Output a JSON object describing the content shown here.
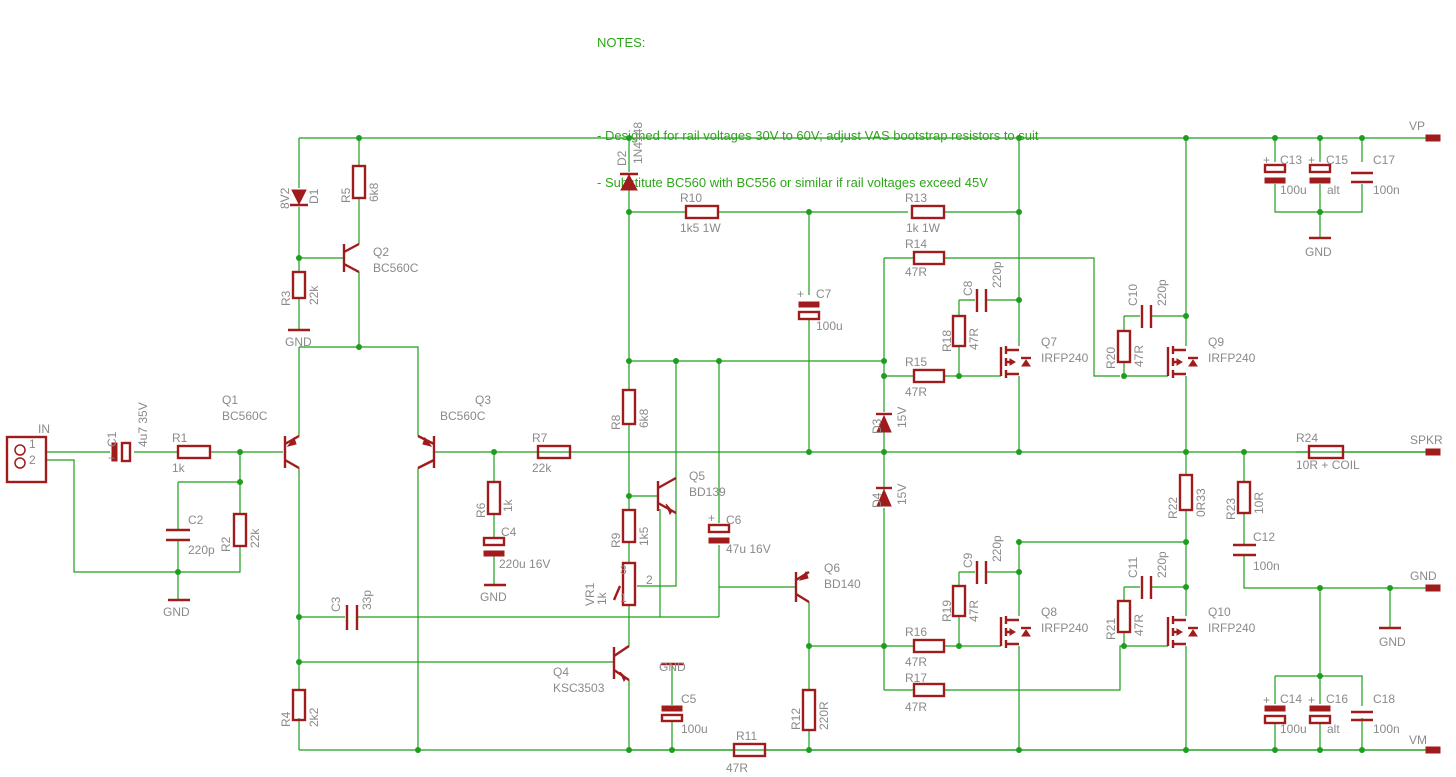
{
  "notes": {
    "title": "NOTES:",
    "lines": [
      "- Designed for rail voltages 30V to 60V; adjust VAS bootstrap resistors to suit",
      "- Substitute BC560 with BC556 or similar if rail voltages exceed 45V"
    ]
  },
  "ports": {
    "vp": "VP",
    "spkr": "SPKR",
    "gnd": "GND",
    "vm": "VM",
    "in": "IN",
    "pin1": "1",
    "pin2": "2"
  },
  "gnd_label": "GND",
  "components": {
    "C1": {
      "name": "C1",
      "value": "4u7 35V"
    },
    "R1": {
      "name": "R1",
      "value": "1k"
    },
    "C2": {
      "name": "C2",
      "value": "220p"
    },
    "R2": {
      "name": "R2",
      "value": "22k"
    },
    "Q1": {
      "name": "Q1",
      "value": "BC560C"
    },
    "D1": {
      "name": "D1",
      "value": "8V2"
    },
    "R5": {
      "name": "R5",
      "value": "6k8"
    },
    "Q2": {
      "name": "Q2",
      "value": "BC560C"
    },
    "R3": {
      "name": "R3",
      "value": "22k"
    },
    "Q3": {
      "name": "Q3",
      "value": "BC560C"
    },
    "R7": {
      "name": "R7",
      "value": "22k"
    },
    "R6": {
      "name": "R6",
      "value": "1k"
    },
    "C4": {
      "name": "C4",
      "value": "220u 16V"
    },
    "C3": {
      "name": "C3",
      "value": "33p"
    },
    "R4": {
      "name": "R4",
      "value": "2k2"
    },
    "D2": {
      "name": "D2",
      "value": "1N4148"
    },
    "R10": {
      "name": "R10",
      "value": "1k5 1W"
    },
    "R13": {
      "name": "R13",
      "value": "1k 1W"
    },
    "C7": {
      "name": "C7",
      "value": "100u"
    },
    "R8": {
      "name": "R8",
      "value": "6k8"
    },
    "Q5": {
      "name": "Q5",
      "value": "BD139"
    },
    "R9": {
      "name": "R9",
      "value": "1k5"
    },
    "VR1": {
      "name": "VR1",
      "value": "1k"
    },
    "C6": {
      "name": "C6",
      "value": "47u 16V"
    },
    "Q4": {
      "name": "Q4",
      "value": "KSC3503"
    },
    "C5": {
      "name": "C5",
      "value": "100u"
    },
    "R11": {
      "name": "R11",
      "value": "47R"
    },
    "Q6": {
      "name": "Q6",
      "value": "BD140"
    },
    "R12": {
      "name": "R12",
      "value": "220R"
    },
    "R14": {
      "name": "R14",
      "value": "47R"
    },
    "R15": {
      "name": "R15",
      "value": "47R"
    },
    "R16": {
      "name": "R16",
      "value": "47R"
    },
    "R17": {
      "name": "R17",
      "value": "47R"
    },
    "R18": {
      "name": "R18",
      "value": "47R"
    },
    "R19": {
      "name": "R19",
      "value": "47R"
    },
    "R20": {
      "name": "R20",
      "value": "47R"
    },
    "R21": {
      "name": "R21",
      "value": "47R"
    },
    "C8": {
      "name": "C8",
      "value": "220p"
    },
    "C9": {
      "name": "C9",
      "value": "220p"
    },
    "C10": {
      "name": "C10",
      "value": "220p"
    },
    "C11": {
      "name": "C11",
      "value": "220p"
    },
    "Q7": {
      "name": "Q7",
      "value": "IRFP240"
    },
    "Q8": {
      "name": "Q8",
      "value": "IRFP240"
    },
    "Q9": {
      "name": "Q9",
      "value": "IRFP240"
    },
    "Q10": {
      "name": "Q10",
      "value": "IRFP240"
    },
    "D3": {
      "name": "D3",
      "value": "15V"
    },
    "D4": {
      "name": "D4",
      "value": "15V"
    },
    "R22": {
      "name": "R22",
      "value": "0R33"
    },
    "R23": {
      "name": "R23",
      "value": "10R"
    },
    "C12": {
      "name": "C12",
      "value": "100n"
    },
    "R24": {
      "name": "R24",
      "value": "10R + COIL"
    },
    "C13": {
      "name": "C13",
      "value": "100u"
    },
    "C15": {
      "name": "C15",
      "value": "alt"
    },
    "C17": {
      "name": "C17",
      "value": "100n"
    },
    "C14": {
      "name": "C14",
      "value": "100u"
    },
    "C16": {
      "name": "C16",
      "value": "alt"
    },
    "C18": {
      "name": "C18",
      "value": "100n"
    }
  },
  "colors": {
    "wire": "#1e9e1e",
    "part": "#a01c1c",
    "label": "#8a8a8a",
    "notes": "#2ea61a"
  }
}
